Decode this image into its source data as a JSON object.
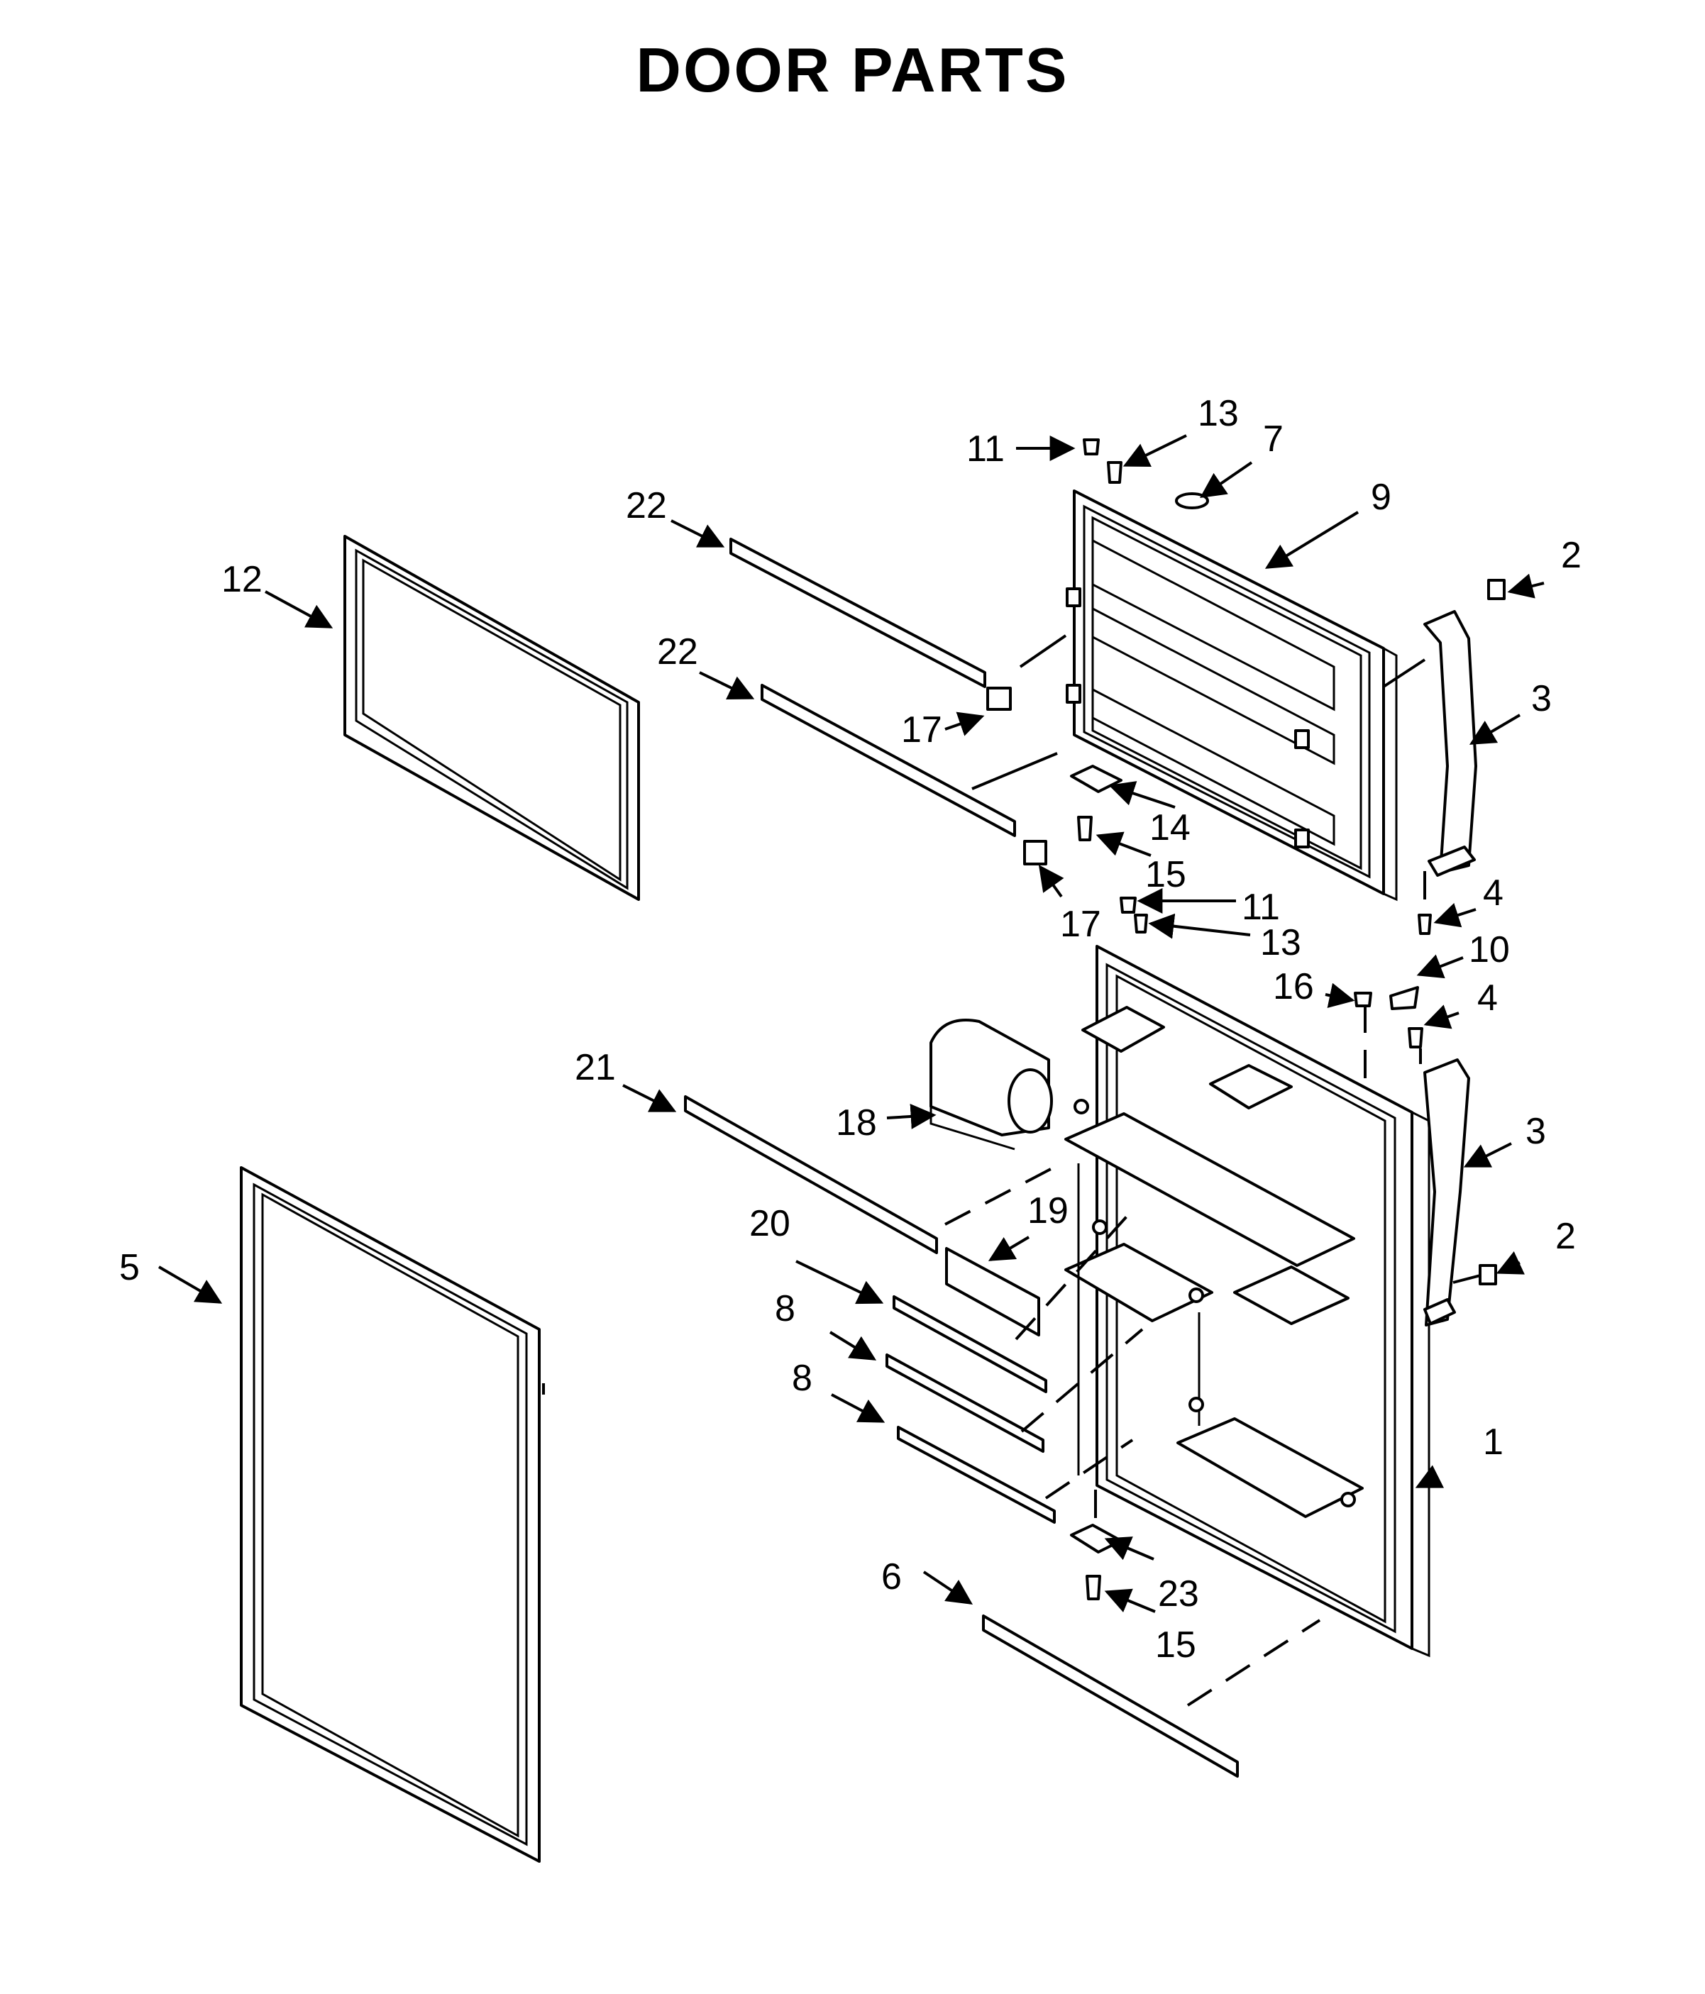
{
  "title": "DOOR PARTS",
  "callouts": [
    {
      "n": "1"
    },
    {
      "n": "2"
    },
    {
      "n": "2"
    },
    {
      "n": "3"
    },
    {
      "n": "3"
    },
    {
      "n": "4"
    },
    {
      "n": "4"
    },
    {
      "n": "5"
    },
    {
      "n": "6"
    },
    {
      "n": "7"
    },
    {
      "n": "8"
    },
    {
      "n": "8"
    },
    {
      "n": "9"
    },
    {
      "n": "10"
    },
    {
      "n": "11"
    },
    {
      "n": "11"
    },
    {
      "n": "12"
    },
    {
      "n": "13"
    },
    {
      "n": "13"
    },
    {
      "n": "14"
    },
    {
      "n": "15"
    },
    {
      "n": "15"
    },
    {
      "n": "16"
    },
    {
      "n": "17"
    },
    {
      "n": "17"
    },
    {
      "n": "18"
    },
    {
      "n": "19"
    },
    {
      "n": "20"
    },
    {
      "n": "21"
    },
    {
      "n": "22"
    },
    {
      "n": "22"
    },
    {
      "n": "23"
    }
  ]
}
